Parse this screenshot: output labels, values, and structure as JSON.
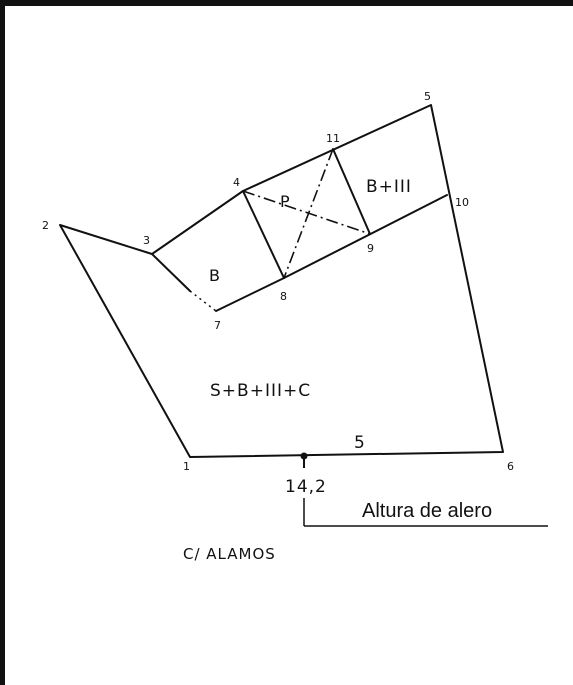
{
  "points": {
    "p1": "1",
    "p2": "2",
    "p3": "3",
    "p4": "4",
    "p5": "5",
    "p6": "6",
    "p7": "7",
    "p8": "8",
    "p9": "9",
    "p10": "10",
    "p11": "11"
  },
  "zones": {
    "b": "B",
    "p": "P",
    "b_iii": "B+III",
    "s_b_iii_c": "S+B+III+C"
  },
  "dimensions": {
    "front_segment": "5",
    "eave_height_value": "14,2",
    "eave_height_label": "Altura de alero"
  },
  "street": "C/ ALAMOS"
}
